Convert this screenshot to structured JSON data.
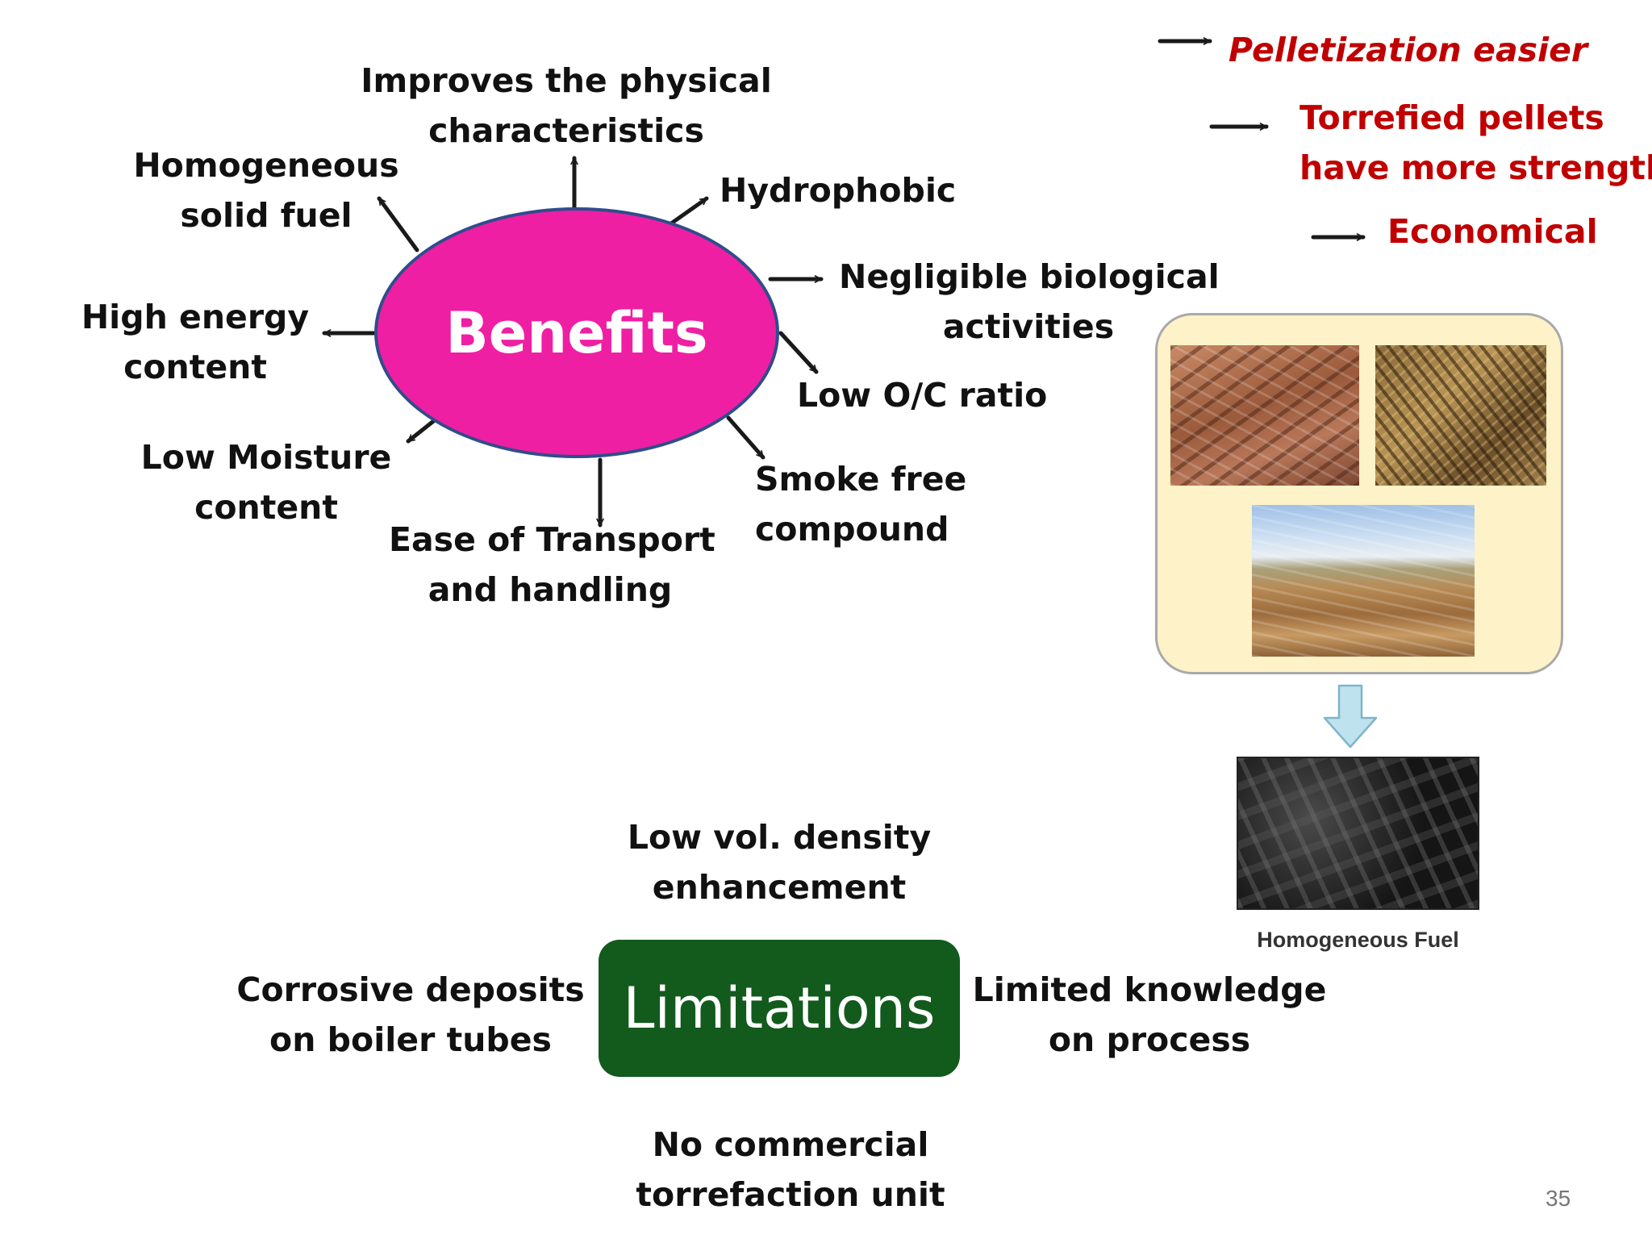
{
  "colors": {
    "benefits_fill": "#ef1fa3",
    "benefits_border": "#2f4d8c",
    "limitations_fill": "#135a1d",
    "red_text": "#c00000",
    "arrow": "#1a1a1a",
    "panel_bg": "#fdf2c8"
  },
  "benefits": {
    "title": "Benefits",
    "items": {
      "physical": [
        "Improves the physical",
        "characteristics"
      ],
      "homogeneous": [
        "Homogeneous",
        "solid fuel"
      ],
      "hydrophobic": [
        "Hydrophobic"
      ],
      "biological": [
        "Negligible biological",
        "activities"
      ],
      "oc_ratio": [
        "Low O/C ratio"
      ],
      "high_energy": [
        "High energy",
        "content"
      ],
      "moisture": [
        "Low Moisture",
        "content"
      ],
      "smoke": [
        "Smoke free",
        "compound"
      ],
      "transport": [
        "Ease of Transport",
        "and handling"
      ]
    }
  },
  "outcomes": {
    "pelletization": "Pelletization easier",
    "pellets_strength": [
      "Torrefied pellets",
      "have more strength"
    ],
    "economical": "Economical"
  },
  "limitations": {
    "title": "Limitations",
    "items": {
      "density": [
        "Low vol. density",
        "enhancement"
      ],
      "corrosive": [
        "Corrosive deposits",
        "on boiler tubes"
      ],
      "knowledge": [
        "Limited knowledge",
        "on process"
      ],
      "commercial": [
        "No commercial",
        "torrefaction unit"
      ]
    }
  },
  "images": {
    "fuel_caption": "Homogeneous Fuel"
  },
  "page_number": "35"
}
